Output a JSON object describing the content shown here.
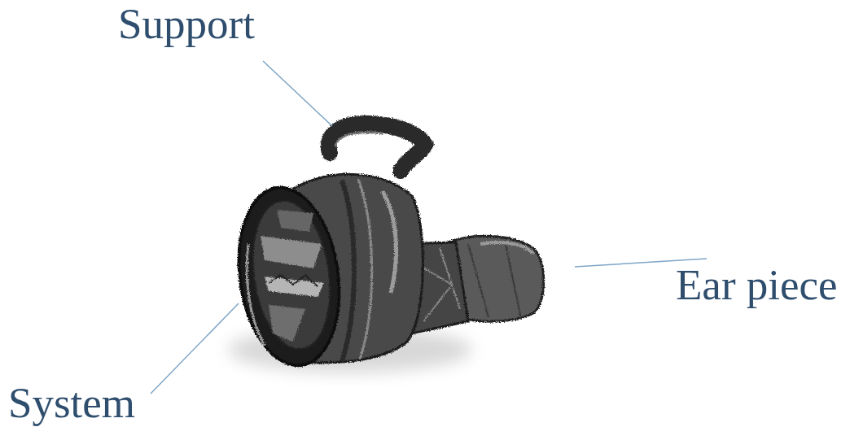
{
  "diagram": {
    "labels": [
      "Support",
      "Ear piece",
      "System"
    ]
  }
}
